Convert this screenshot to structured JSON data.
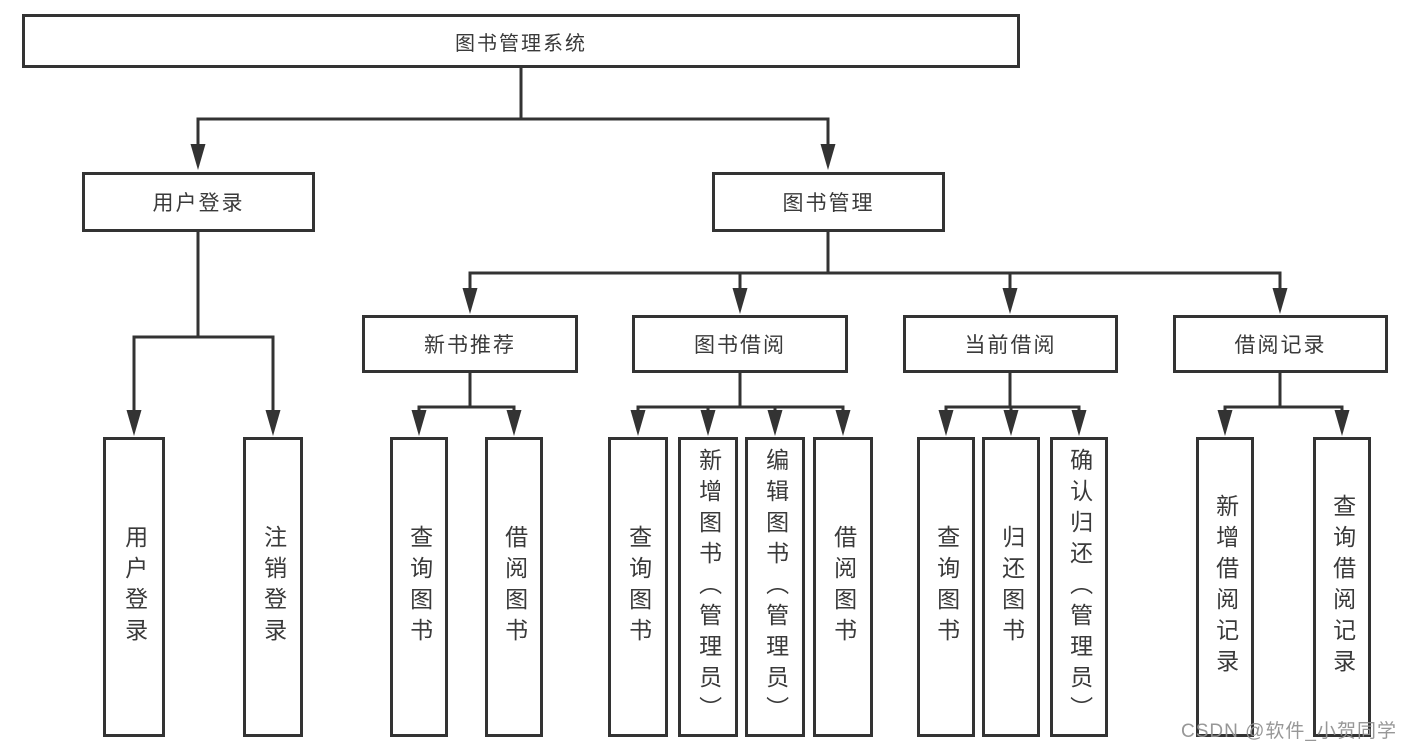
{
  "diagram": {
    "root": {
      "label": "图书管理系统",
      "children": [
        {
          "label": "用户登录",
          "children": [
            {
              "label": "用户登录"
            },
            {
              "label": "注销登录"
            }
          ]
        },
        {
          "label": "图书管理",
          "children": [
            {
              "label": "新书推荐",
              "children": [
                {
                  "label": "查询图书"
                },
                {
                  "label": "借阅图书"
                }
              ]
            },
            {
              "label": "图书借阅",
              "children": [
                {
                  "label": "查询图书"
                },
                {
                  "label": "新增图书（管理员）"
                },
                {
                  "label": "编辑图书（管理员）"
                },
                {
                  "label": "借阅图书"
                }
              ]
            },
            {
              "label": "当前借阅",
              "children": [
                {
                  "label": "查询图书"
                },
                {
                  "label": "归还图书"
                },
                {
                  "label": "确认归还（管理员）"
                }
              ]
            },
            {
              "label": "借阅记录",
              "children": [
                {
                  "label": "新增借阅记录"
                },
                {
                  "label": "查询借阅记录"
                }
              ]
            }
          ]
        }
      ]
    },
    "watermark": "CSDN @软件_小贺同学",
    "colors": {
      "line": "#333333",
      "text": "#3a3a3a",
      "background": "#ffffff",
      "watermark": "#919191"
    }
  }
}
